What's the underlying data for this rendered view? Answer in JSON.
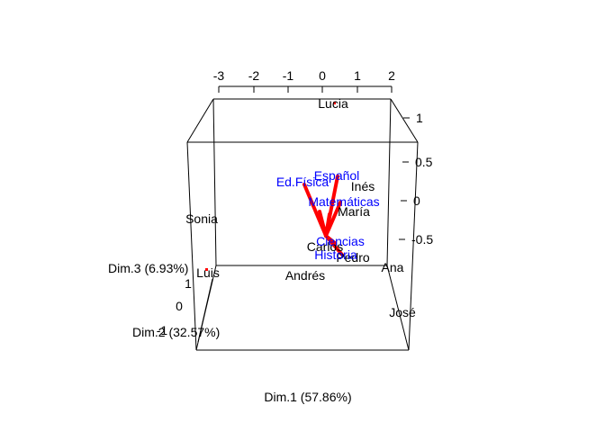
{
  "chart_data": {
    "type": "scatter",
    "subtype": "3d-biplot",
    "title": "",
    "axes": {
      "x": {
        "label": "Dim.1 (57.86%)",
        "ticks": [
          -3,
          -2,
          -1,
          0,
          1,
          2
        ]
      },
      "y": {
        "label": "Dim.2 (32.57%)",
        "ticks": [
          -1,
          0,
          1
        ]
      },
      "z": {
        "label": "Dim.3 (6.93%)",
        "ticks": [
          -0.5,
          0,
          0.5,
          1
        ]
      }
    },
    "grid": false,
    "colors": {
      "individuals": "#000000",
      "variables": "#0000ff",
      "arrows": "#ff0000",
      "point": "#ff0000"
    },
    "individuals": [
      "Lucia",
      "Inés",
      "María",
      "Sonia",
      "Carlos",
      "Pedro",
      "Ana",
      "Luis",
      "Andrés",
      "José"
    ],
    "variables": [
      "Español",
      "Ed.Física",
      "Matemáticas",
      "Ciencias",
      "Historia"
    ]
  }
}
